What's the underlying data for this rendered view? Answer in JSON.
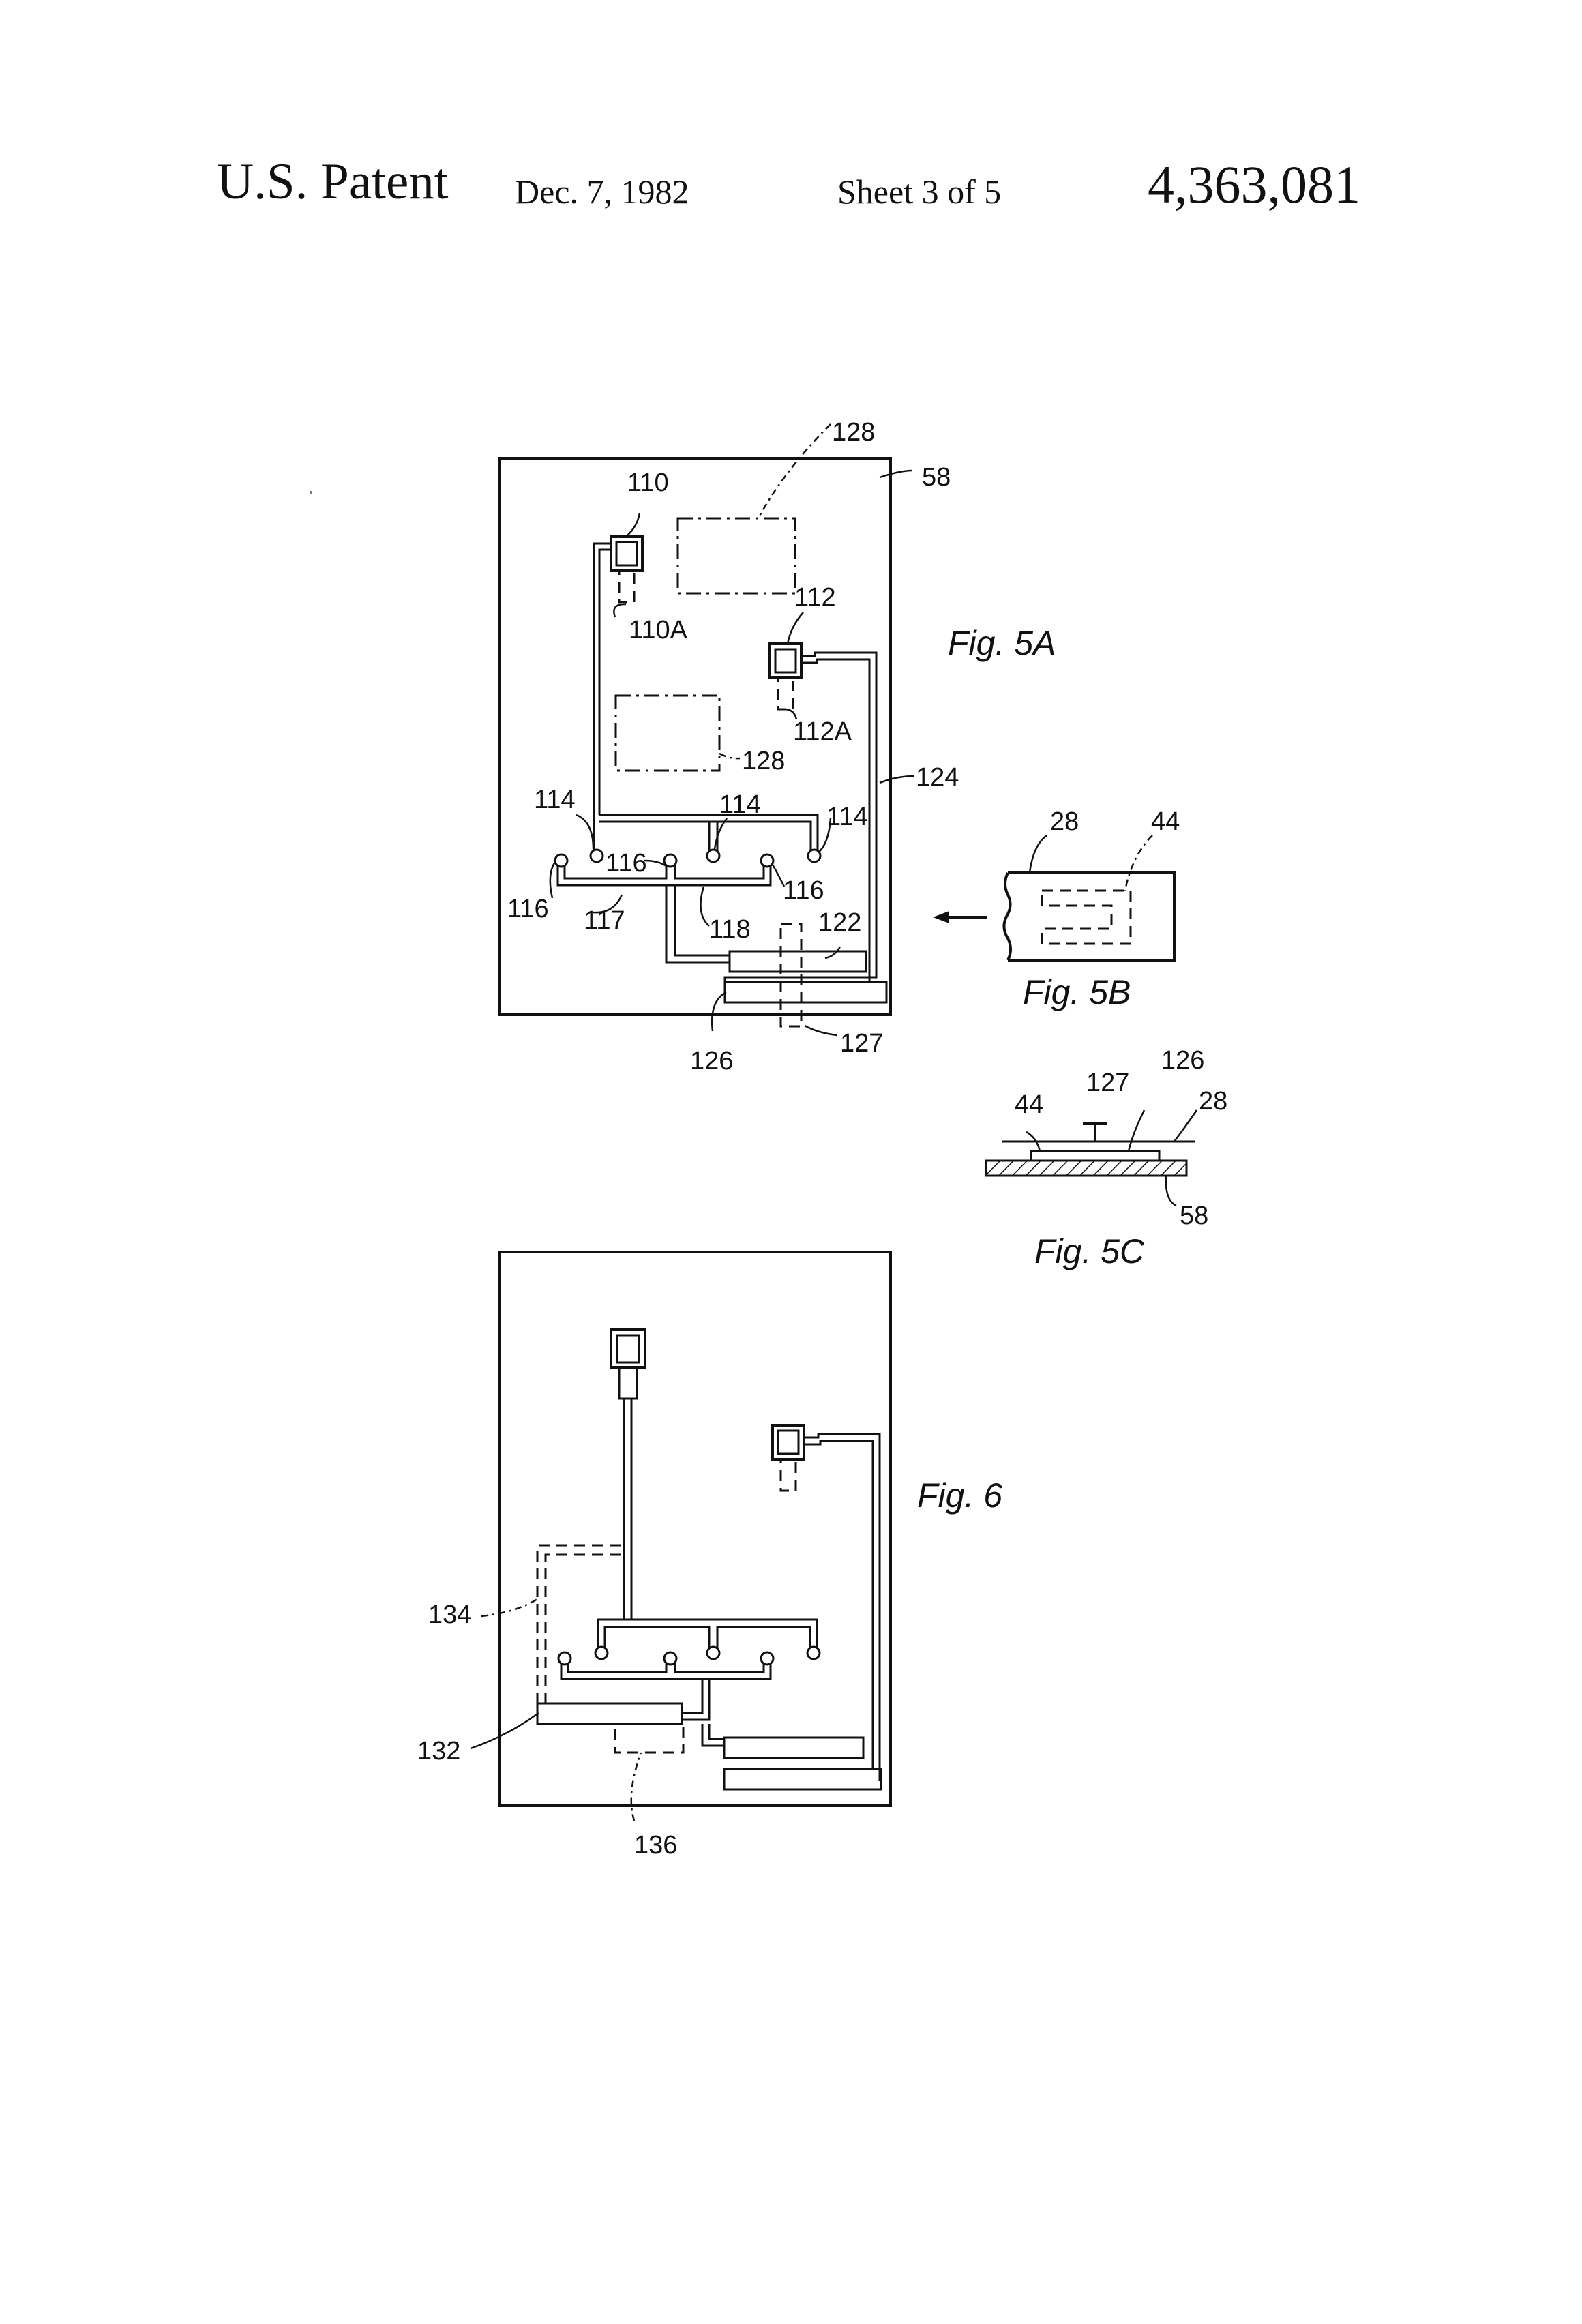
{
  "header": {
    "patent_label": "U.S. Patent",
    "date": "Dec. 7, 1982",
    "sheet": "Sheet 3 of 5",
    "patent_number": "4,363,081"
  },
  "figures": {
    "fig5a": "Fig. 5A",
    "fig5b": "Fig. 5B",
    "fig5c": "Fig. 5C",
    "fig6": "Fig. 6"
  },
  "refs": {
    "r58": "58",
    "r128": "128",
    "r110": "110",
    "r110a": "110A",
    "r112": "112",
    "r112a": "112A",
    "r114": "114",
    "r116": "116",
    "r117": "117",
    "r118": "118",
    "r122": "122",
    "r124": "124",
    "r126": "126",
    "r127": "127",
    "r28": "28",
    "r44": "44",
    "r132": "132",
    "r134": "134",
    "r136": "136"
  }
}
